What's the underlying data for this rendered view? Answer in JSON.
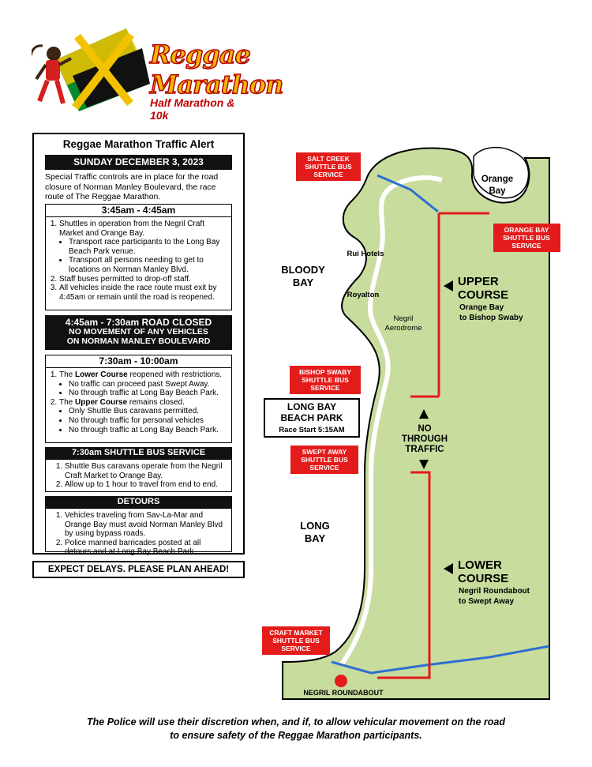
{
  "logo": {
    "line1": "Reggae",
    "line2": "Marathon",
    "subtitle": "Half Marathon & 10k"
  },
  "alert": {
    "title": "Reggae Marathon Traffic Alert",
    "date": "SUNDAY DECEMBER 3, 2023",
    "intro": "Special Traffic controls are in place for the road closure of Norman Manley Boulevard, the race route of The Reggae Marathon.",
    "section1": {
      "time": "3:45am - 4:45am",
      "item1": "Shuttles in operation from the Negril Craft Market and Orange Bay.",
      "item1_sub1": "Transport race participants to the Long Bay Beach Park venue.",
      "item1_sub2": "Transport all persons needing to get to locations on Norman Manley Blvd.",
      "item2": "Staff buses permitted to drop-off staff.",
      "item3": "All vehicles inside the race route must exit by 4:45am or remain until the road is reopened."
    },
    "section2": {
      "time": "4:45am - 7:30am    ROAD CLOSED",
      "line1": "NO MOVEMENT OF ANY VEHICLES",
      "line2": "ON NORMAN MANLEY BOULEVARD"
    },
    "section3": {
      "time": "7:30am - 10:00am",
      "item1_pre": "The ",
      "item1_bold": "Lower Course",
      "item1_post": " reopened with restrictions.",
      "item1_sub1": "No traffic can proceed past Swept Away.",
      "item1_sub2": "No through traffic at Long Bay Beach Park.",
      "item2_pre": "The ",
      "item2_bold": "Upper Course",
      "item2_post": " remains closed.",
      "item2_sub1": "Only Shuttle Bus caravans permitted.",
      "item2_sub2": "No through traffic for personal vehicles",
      "item2_sub3": "No through traffic at Long Bay Beach Park."
    },
    "section4": {
      "title": "7:30am SHUTTLE BUS SERVICE",
      "item1": "Shuttle Bus caravans operate from the Negril Craft Market to Orange Bay.",
      "item2": "Allow up to 1 hour to travel from end to end."
    },
    "section5": {
      "title": "DETOURS",
      "item1": "Vehicles traveling from Sav-La-Mar and Orange Bay must avoid Norman Manley Blvd by using bypass roads.",
      "item2": "Police manned barricades posted at all detours and at Long Bay Beach Park."
    },
    "expect": "EXPECT DELAYS. PLEASE PLAN AHEAD!"
  },
  "map": {
    "salt_creek": [
      "SALT CREEK",
      "SHUTTLE BUS",
      "SERVICE"
    ],
    "orange_bay_label": [
      "Orange",
      "Bay"
    ],
    "orange_bay_shuttle": [
      "ORANGE BAY",
      "SHUTTLE BUS",
      "SERVICE"
    ],
    "rui_hotels": "Rui Hotels",
    "bloody_bay": [
      "BLOODY",
      "BAY"
    ],
    "royalton": "Royalton",
    "aerodrome": [
      "Negril",
      "Aerodrome"
    ],
    "upper_course": [
      "UPPER",
      "COURSE"
    ],
    "upper_desc": [
      "Orange Bay",
      "to Bishop Swaby"
    ],
    "bishop_swaby": [
      "BISHOP SWABY",
      "SHUTTLE BUS",
      "SERVICE"
    ],
    "long_bay_park": [
      "LONG BAY",
      "BEACH PARK"
    ],
    "race_start": "Race Start 5:15AM",
    "no_through": [
      "NO",
      "THROUGH",
      "TRAFFIC"
    ],
    "swept_away": [
      "SWEPT AWAY",
      "SHUTTLE BUS",
      "SERVICE"
    ],
    "long_bay": [
      "LONG",
      "BAY"
    ],
    "lower_course": [
      "LOWER",
      "COURSE"
    ],
    "lower_desc": [
      "Negril Roundabout",
      "to Swept Away"
    ],
    "craft_market": [
      "CRAFT MARKET",
      "SHUTTLE BUS",
      "SERVICE"
    ],
    "roundabout": "NEGRIL ROUNDABOUT",
    "colors": {
      "land": "#c8dc9e",
      "road_closed": "#e31b1b",
      "bypass": "#2f6fd0",
      "label_red": "#e31b1b"
    }
  },
  "footer": {
    "line1": "The Police will use their discretion when, and if, to allow vehicular movement on the road",
    "line2": "to ensure safety of the Reggae Marathon participants."
  }
}
